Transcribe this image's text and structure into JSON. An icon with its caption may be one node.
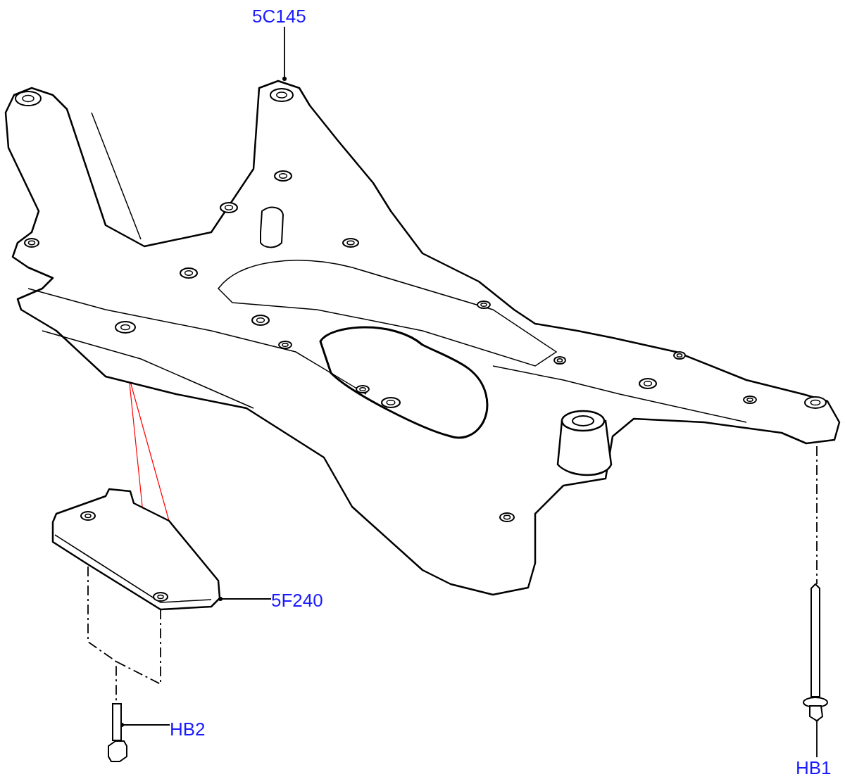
{
  "diagram": {
    "nodes": [
      {
        "text": [
          "5C145"
        ]
      },
      {
        "text": [],
        "shape": "picture"
      },
      {
        "text": [],
        "shape": "picture"
      },
      {
        "text": [
          "5F240"
        ]
      },
      {
        "text": [],
        "shape": "picture"
      },
      {
        "text": [
          "HB2"
        ]
      },
      {
        "text": [],
        "shape": "picture"
      },
      {
        "text": [
          "HB1"
        ]
      }
    ],
    "edges": [
      {
        "from": 0,
        "to": 1,
        "arrow": "other"
      },
      {
        "from": 3,
        "to": 2,
        "arrow": "other"
      },
      {
        "from": 5,
        "to": 4,
        "arrow": "other"
      },
      {
        "from": 7,
        "to": 6,
        "arrow": "other"
      },
      {
        "from": 2,
        "to": 4,
        "arrow": "none",
        "style": "dashed"
      },
      {
        "from": 1,
        "to": 6,
        "arrow": "none",
        "style": "dashed"
      },
      {
        "from": 2,
        "to": 1,
        "arrow": "none",
        "color": "#ff0000"
      },
      {
        "from": 2,
        "to": 1,
        "arrow": "none",
        "color": "#ff0000"
      }
    ]
  }
}
